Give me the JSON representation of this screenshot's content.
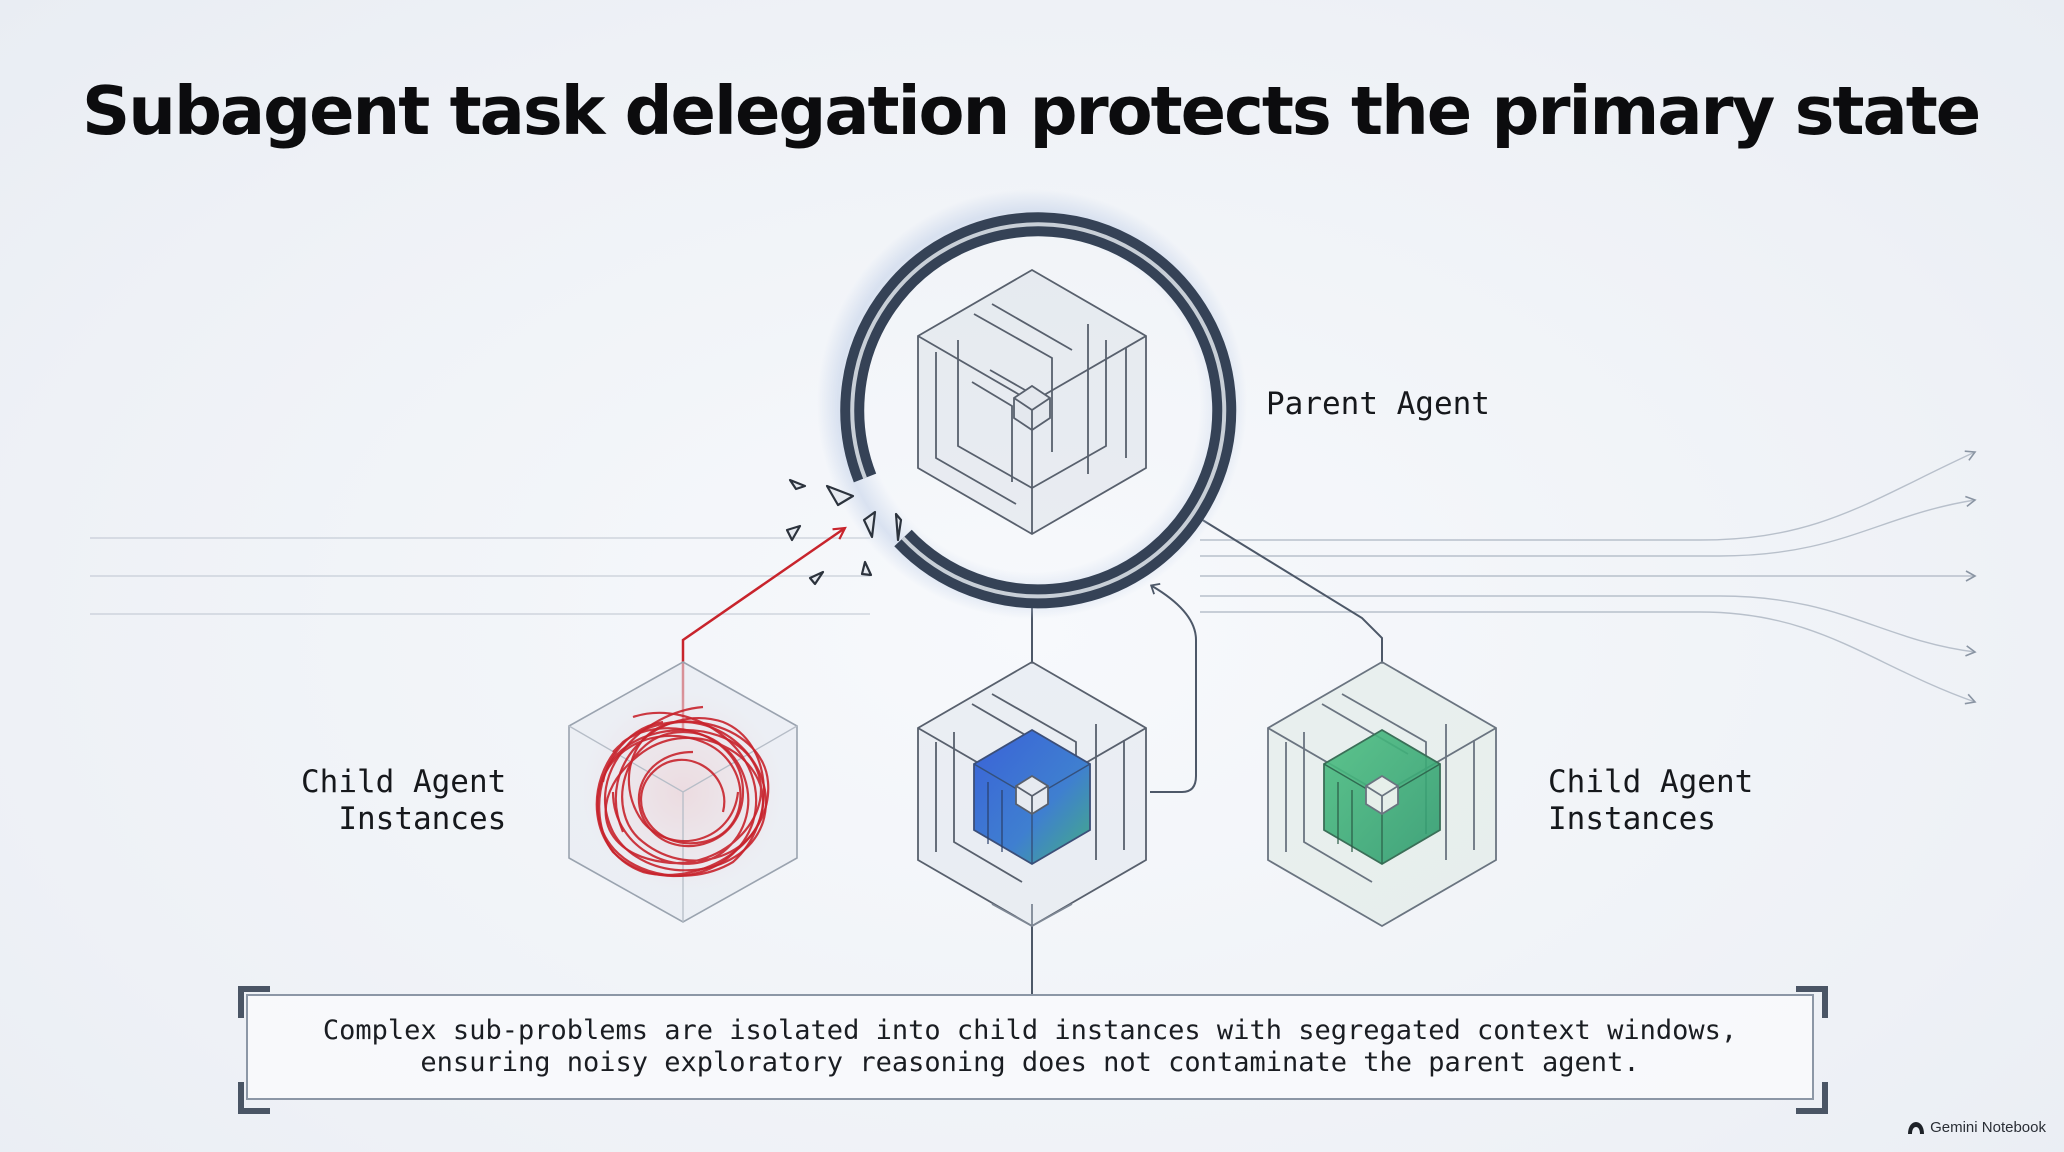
{
  "title": "Subagent task delegation protects the primary state",
  "parent_label": "Parent Agent",
  "child_label_left": "Child Agent\n  Instances",
  "child_label_right": "Child Agent\nInstances",
  "caption": {
    "line1": "Complex sub-problems are isolated into child instances with segregated context windows,",
    "line2": "ensuring noisy exploratory reasoning does not contaminate the parent agent."
  },
  "brand": "Gemini Notebook",
  "icons": [
    "parent-cube-icon",
    "tangled-cube-icon",
    "blue-core-cube-icon",
    "green-core-cube-icon",
    "broken-ring-icon",
    "shard-icon"
  ],
  "colors": {
    "ring": "#354256",
    "tangle": "#c8242c",
    "blue_core": "#3f6fd6",
    "green_core": "#3fae7a",
    "line": "#4d5868",
    "flow": "#a6b0bd"
  }
}
